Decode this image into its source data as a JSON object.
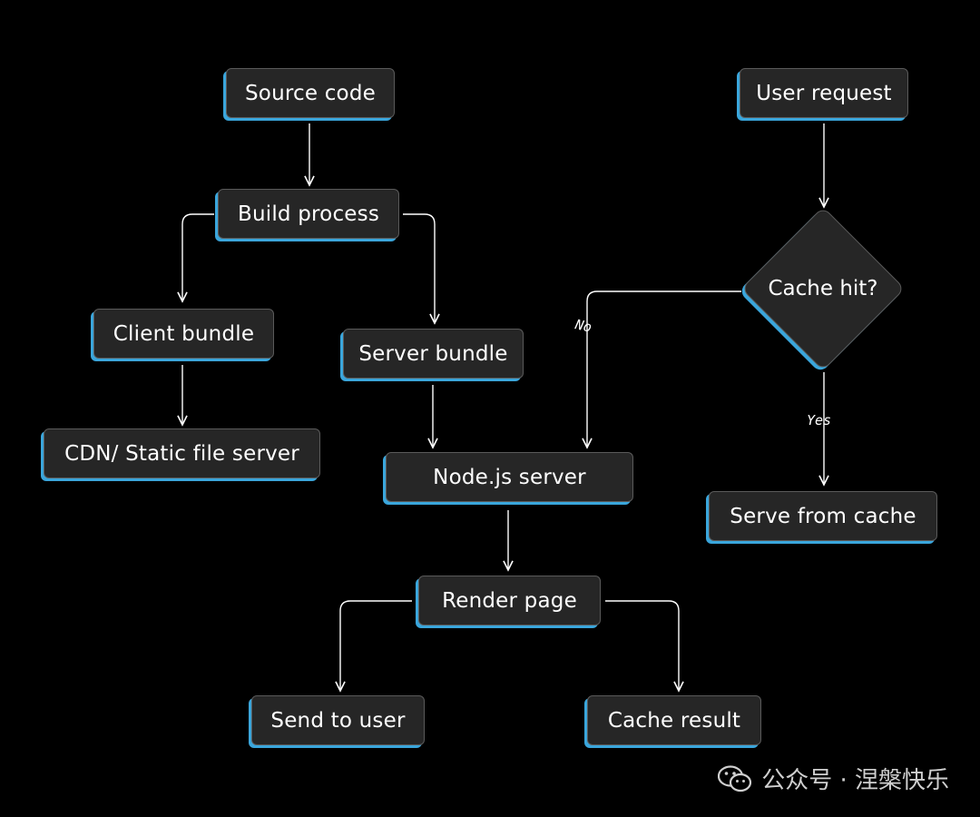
{
  "diagram": {
    "nodes": {
      "source_code": "Source code",
      "build_process": "Build process",
      "client_bundle": "Client bundle",
      "server_bundle": "Server bundle",
      "cdn": "CDN/ Static file server",
      "node_server": "Node.js server",
      "render_page": "Render page",
      "send_to_user": "Send to user",
      "cache_result": "Cache result",
      "user_request": "User request",
      "cache_hit": "Cache hit?",
      "serve_from_cache": "Serve from cache"
    },
    "edge_labels": {
      "no": "No",
      "yes": "Yes"
    },
    "edges": [
      {
        "from": "source_code",
        "to": "build_process"
      },
      {
        "from": "build_process",
        "to": "client_bundle"
      },
      {
        "from": "build_process",
        "to": "server_bundle"
      },
      {
        "from": "client_bundle",
        "to": "cdn"
      },
      {
        "from": "server_bundle",
        "to": "node_server"
      },
      {
        "from": "node_server",
        "to": "render_page"
      },
      {
        "from": "render_page",
        "to": "send_to_user"
      },
      {
        "from": "render_page",
        "to": "cache_result"
      },
      {
        "from": "user_request",
        "to": "cache_hit"
      },
      {
        "from": "cache_hit",
        "to": "node_server",
        "label": "No"
      },
      {
        "from": "cache_hit",
        "to": "serve_from_cache",
        "label": "Yes"
      }
    ]
  },
  "watermark": {
    "text": "公众号 · 涅槃快乐",
    "icon": "wechat-icon"
  },
  "colors": {
    "background": "#000000",
    "node_fill": "#262626",
    "node_border": "#5a5a5a",
    "accent_shadow": "#3aa6dc",
    "line": "#ffffff"
  }
}
